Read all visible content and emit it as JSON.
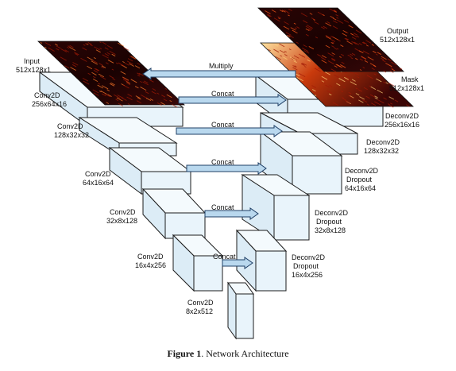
{
  "figure": {
    "caption_label": "Figure 1",
    "caption_text": ". Network Architecture"
  },
  "encoder": [
    {
      "name": "Input",
      "shape": "512x128x1"
    },
    {
      "name": "Conv2D",
      "shape": "256x64x16"
    },
    {
      "name": "Conv2D",
      "shape": "128x32x32"
    },
    {
      "name": "Conv2D",
      "shape": "64x16x64"
    },
    {
      "name": "Conv2D",
      "shape": "32x8x128"
    },
    {
      "name": "Conv2D",
      "shape": "16x4x256"
    },
    {
      "name": "Conv2D",
      "shape": "8x2x512"
    }
  ],
  "decoder": [
    {
      "name": "Output",
      "shape": "512x128x1"
    },
    {
      "name": "Mask",
      "shape": "512x128x1"
    },
    {
      "name": "Deconv2D",
      "shape": "256x16x16"
    },
    {
      "name": "Deconv2D",
      "shape": "128x32x32"
    },
    {
      "name": "Deconv2D",
      "line2": "Dropout",
      "shape": "64x16x64"
    },
    {
      "name": "Deconv2D",
      "line2": "Dropout",
      "shape": "32x8x128"
    },
    {
      "name": "Deconv2D",
      "line2": "Dropout",
      "shape": "16x4x256"
    }
  ],
  "connections": [
    {
      "label": "Multiply"
    },
    {
      "label": "Concat"
    },
    {
      "label": "Concat"
    },
    {
      "label": "Concat"
    },
    {
      "label": "Concat"
    },
    {
      "label": "Concat"
    }
  ],
  "colors": {
    "box_face": "#e9f4fb",
    "box_stroke": "#1c1c1c",
    "arrow_fill": "#b9d8ee",
    "arrow_stroke": "#1f3f66",
    "spectrogram_dark": "#1a0303",
    "spectrogram_mid": "#a11a06",
    "spectrogram_bright": "#ffd27a"
  }
}
